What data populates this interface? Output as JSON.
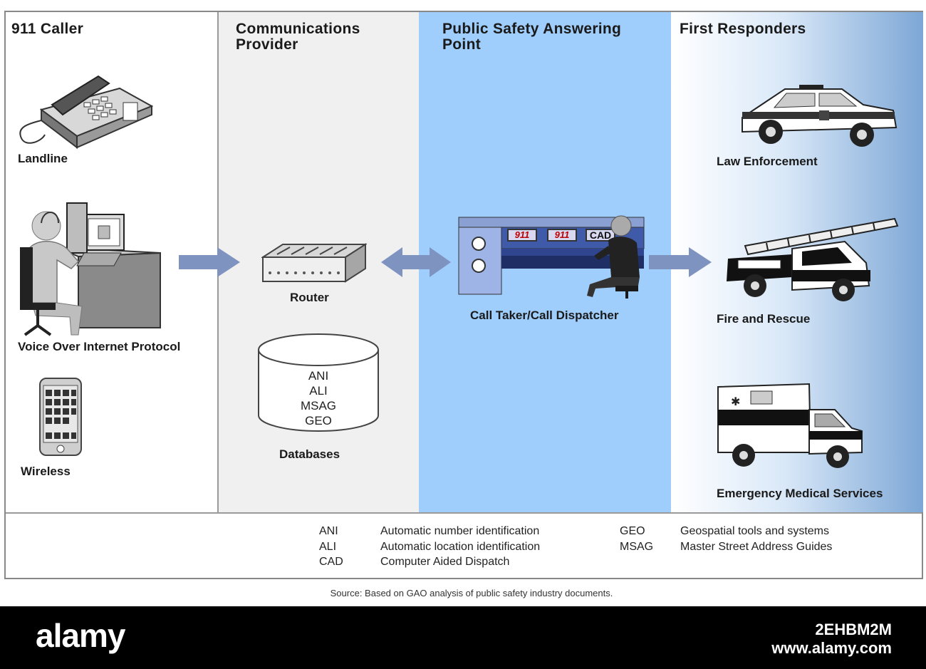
{
  "columns": {
    "caller": {
      "title": "911 Caller",
      "items": [
        "Landline",
        "Voice Over Internet Protocol",
        "Wireless"
      ]
    },
    "provider": {
      "title_line1": "Communications",
      "title_line2": "Provider",
      "items": [
        "Router",
        "Databases"
      ],
      "database_entries": [
        "ANI",
        "ALI",
        "MSAG",
        "GEO"
      ]
    },
    "psap": {
      "title_line1": "Public Safety Answering",
      "title_line2": "Point",
      "dispatcher_label": "Call Taker/Call Dispatcher",
      "console_screens": [
        "911",
        "911",
        "CAD"
      ]
    },
    "responders": {
      "title": "First Responders",
      "items": [
        "Law Enforcement",
        "Fire and Rescue",
        "Emergency Medical Services"
      ]
    }
  },
  "legend": [
    {
      "abbr": "ANI",
      "text": "Automatic number identification"
    },
    {
      "abbr": "ALI",
      "text": "Automatic location identification"
    },
    {
      "abbr": "CAD",
      "text": "Computer Aided Dispatch"
    },
    {
      "abbr": "GEO",
      "text": "Geospatial tools and systems"
    },
    {
      "abbr": "MSAG",
      "text": "Master Street Address Guides"
    }
  ],
  "source": "Source: Based on GAO analysis of public safety industry documents.",
  "footer": {
    "brand": "alamy",
    "image_id": "2EHBM2M",
    "site": "www.alamy.com"
  },
  "colors": {
    "psap_bg": "#9fcdfc",
    "arrow": "#7f93c0",
    "footer_bg": "#000000"
  }
}
